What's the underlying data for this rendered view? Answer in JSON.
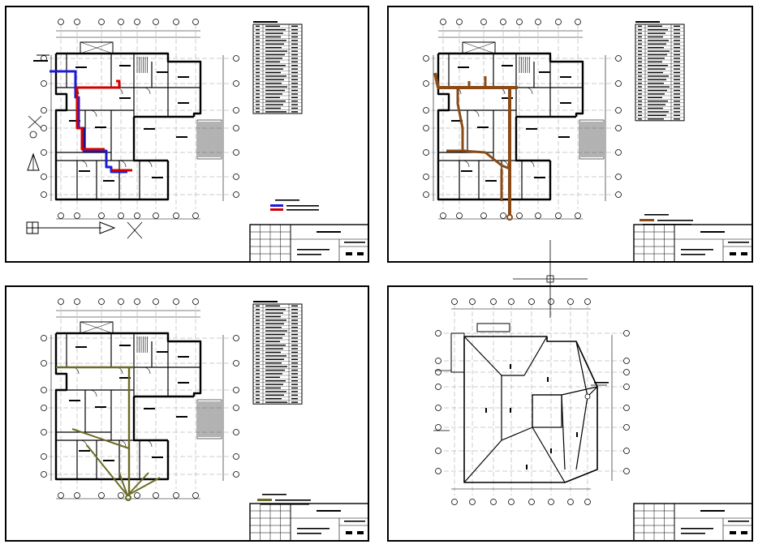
{
  "colors": {
    "background": "#ffffff",
    "ink": "#000000",
    "gray": "#9a9a9a",
    "cold_water": "#1b1bd6",
    "hot_water": "#d40000",
    "heating": "#8a4a16",
    "sewer": "#6b6b25"
  },
  "sheets": [
    {
      "id": "water-supply-plan",
      "network": "supply",
      "legend_entries": 2,
      "title_text": ""
    },
    {
      "id": "heating-plan",
      "network": "heating",
      "legend_entries": 1,
      "title_text": ""
    },
    {
      "id": "sewer-plan",
      "network": "sewer",
      "legend_entries": 1,
      "title_text": ""
    },
    {
      "id": "roof-plan",
      "network": "roof",
      "legend_entries": 0,
      "title_text": ""
    }
  ],
  "icons": {
    "north_arrow": "north-arrow-icon",
    "crosshair": "crosshair-cursor-icon"
  }
}
